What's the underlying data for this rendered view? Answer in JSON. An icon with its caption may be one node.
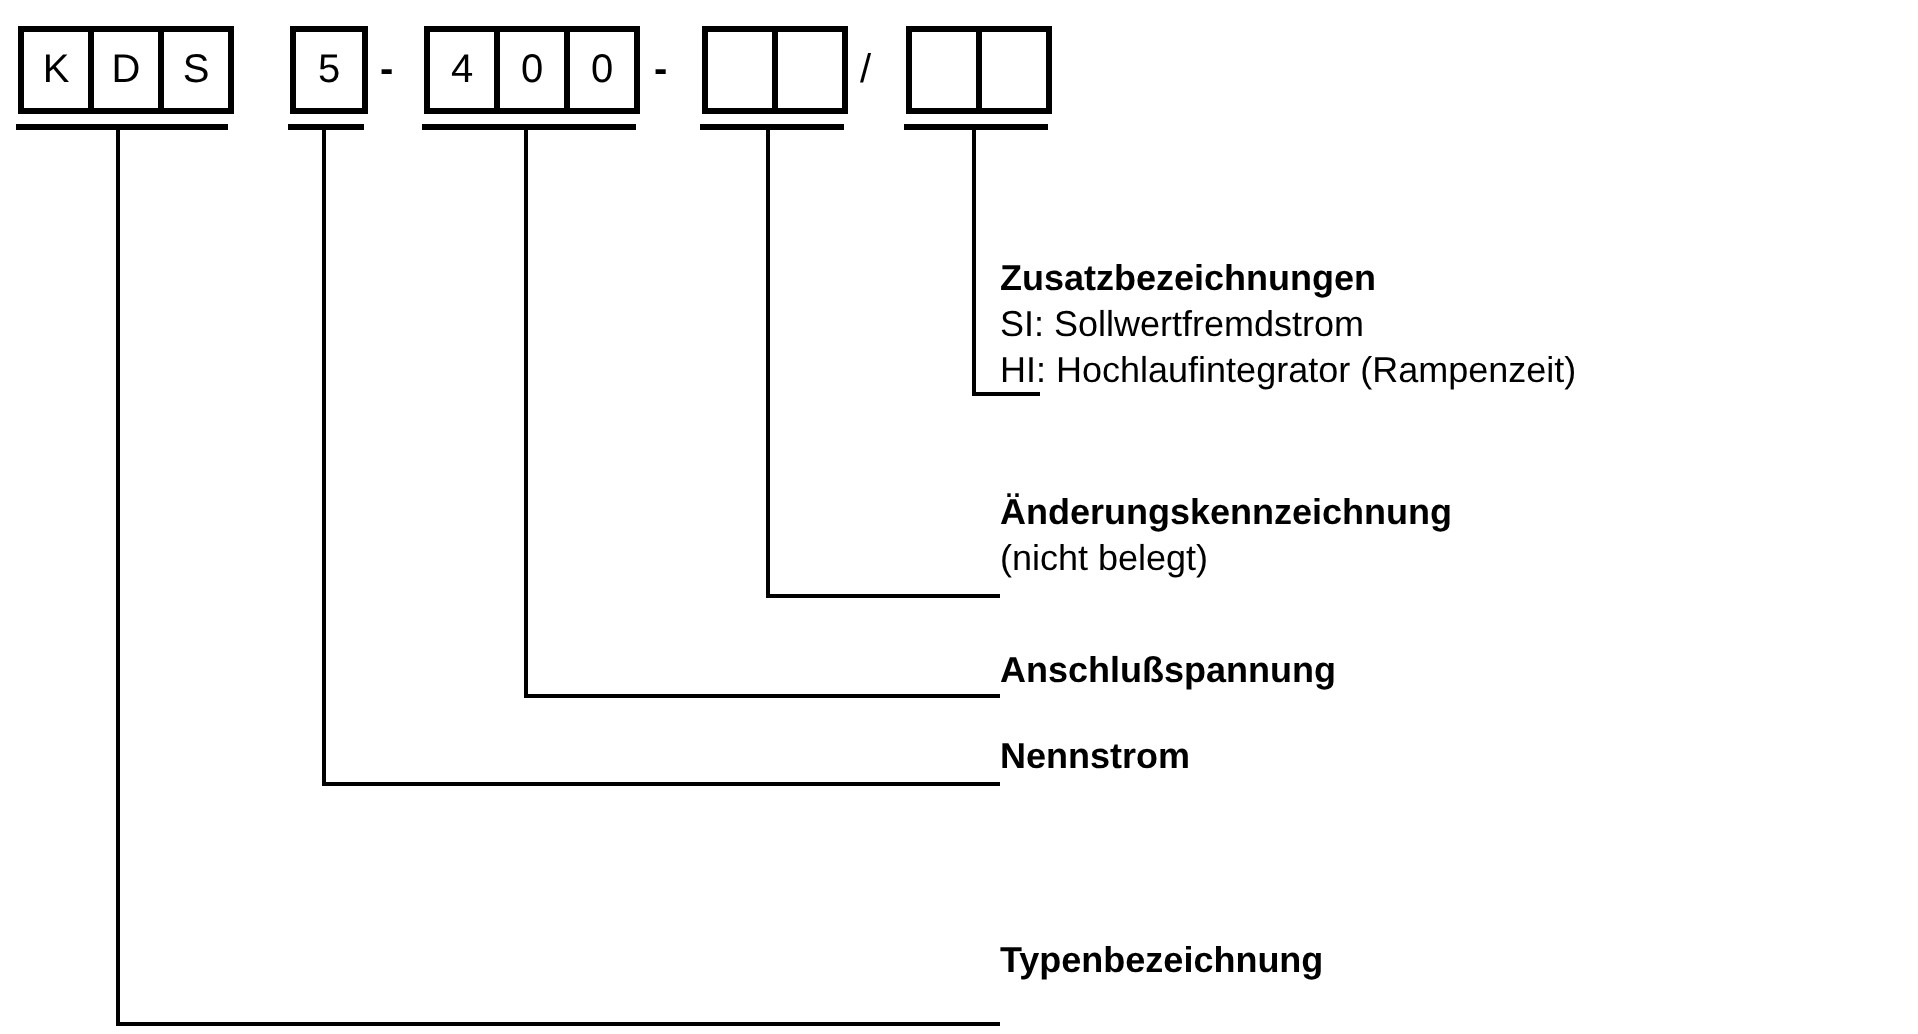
{
  "diagram": {
    "nodes": [
      {
        "text": [],
        "shape": "box"
      },
      {
        "text": [
          "K"
        ],
        "in": 0
      },
      {
        "text": [
          "D"
        ],
        "in": 0
      },
      {
        "text": [
          "S"
        ],
        "in": 0
      },
      {
        "text": [],
        "shape": "box"
      },
      {
        "text": [
          "5"
        ],
        "in": 4
      },
      {
        "text": [],
        "shape": "box"
      },
      {
        "text": [
          "4"
        ],
        "in": 6
      },
      {
        "text": [
          "0"
        ],
        "in": 6
      },
      {
        "text": [
          "0"
        ],
        "in": 6
      },
      {
        "text": [],
        "shape": "box"
      },
      {
        "text": [],
        "shape": "box",
        "in": 10
      },
      {
        "text": [],
        "shape": "box",
        "in": 10
      },
      {
        "text": [],
        "shape": "box"
      },
      {
        "text": [],
        "shape": "box",
        "in": 13
      },
      {
        "text": [],
        "shape": "box",
        "in": 13
      },
      {
        "text": [
          "Zusatzbezeichnungen",
          "SI: Sollwertfremdstrom",
          "HI: Hochlaufintegrator (Rampenzeit)"
        ]
      },
      {
        "text": [
          "Änderungskennzeichnung",
          "(nicht belegt)"
        ]
      },
      {
        "text": [
          "Anschlußspannung"
        ]
      },
      {
        "text": [
          "Nennstrom"
        ]
      },
      {
        "text": [
          "Typenbezeichnung"
        ]
      }
    ],
    "edges": [
      {
        "from": 13,
        "to": 16,
        "arrow": "none"
      },
      {
        "from": 10,
        "to": 17,
        "arrow": "none"
      },
      {
        "from": 6,
        "to": 18,
        "arrow": "none"
      },
      {
        "from": 4,
        "to": 19,
        "arrow": "none"
      },
      {
        "from": 0,
        "to": 20,
        "arrow": "none"
      }
    ],
    "labels": [
      "-",
      "-",
      "/"
    ]
  }
}
